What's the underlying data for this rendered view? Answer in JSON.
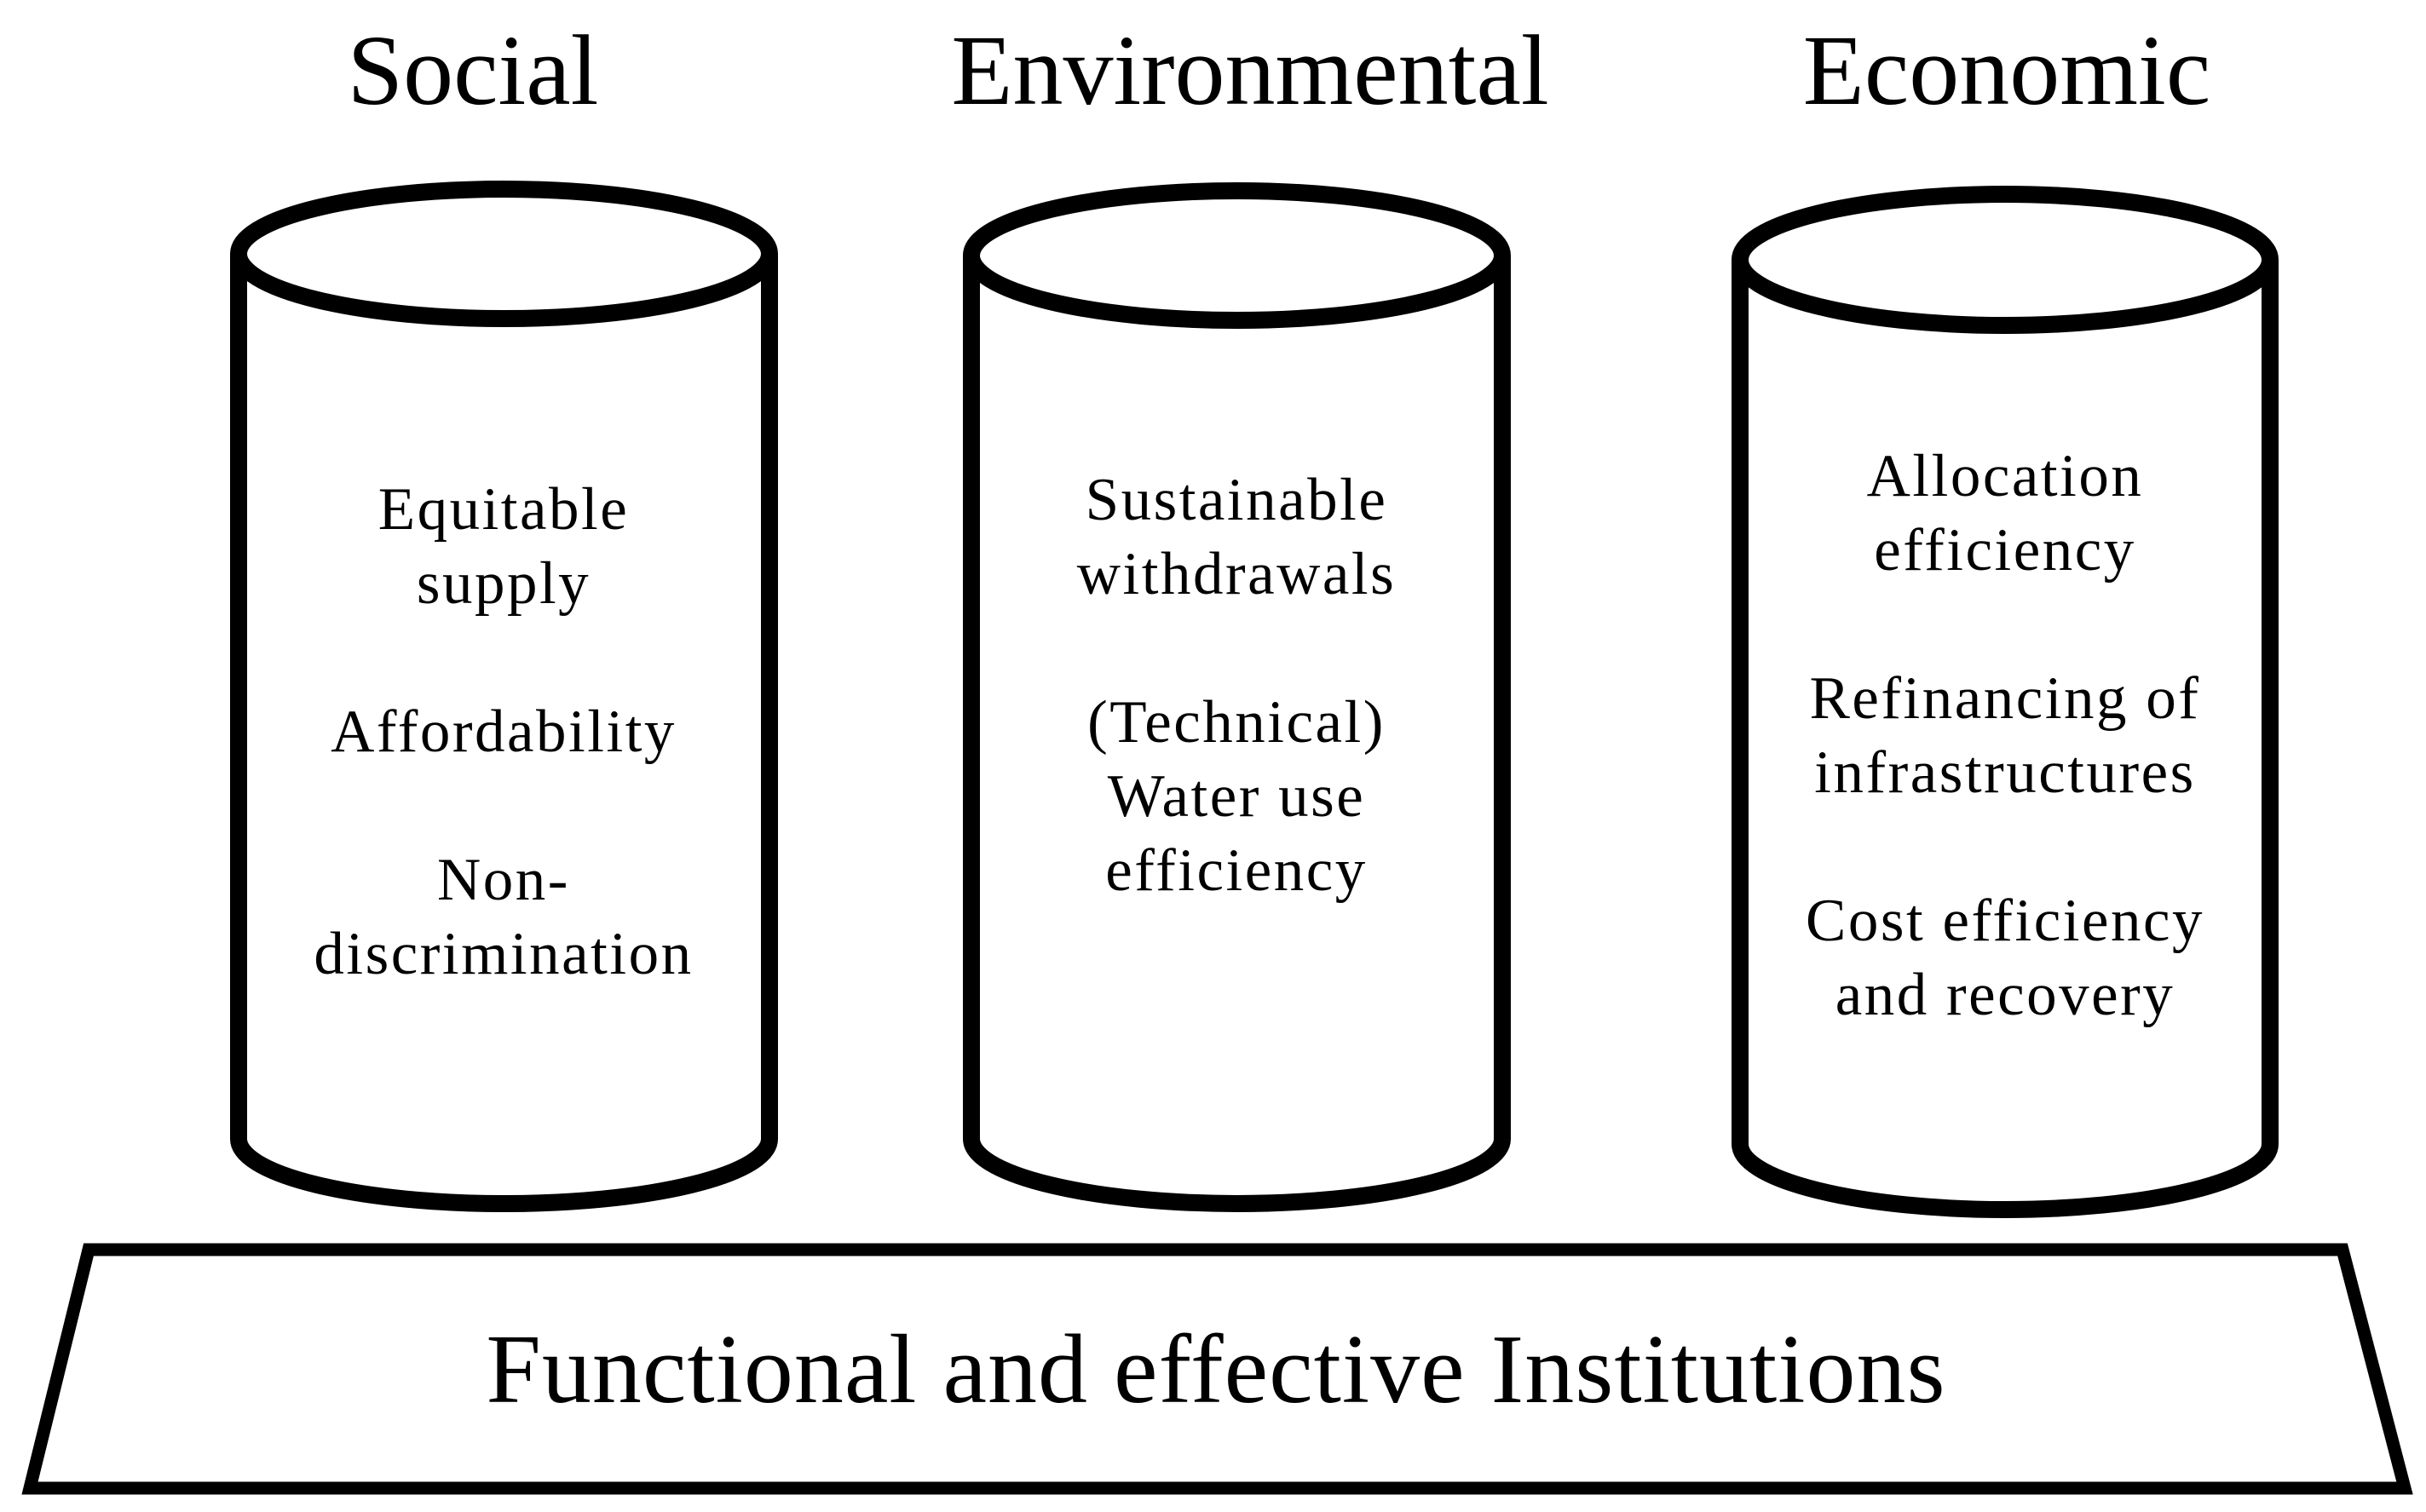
{
  "diagram": {
    "type": "pillars-on-foundation",
    "stroke_color": "#000000",
    "background_color": "#ffffff",
    "pillars": [
      {
        "heading": "Social",
        "items": [
          {
            "lines": [
              "Equitable",
              "supply"
            ]
          },
          {
            "lines": [
              "Affordability"
            ]
          },
          {
            "lines": [
              "Non-",
              "discrimination"
            ]
          }
        ]
      },
      {
        "heading": "Environmental",
        "items": [
          {
            "lines": [
              "Sustainable",
              "withdrawals"
            ]
          },
          {
            "lines": [
              "(Technical)",
              "Water use",
              "efficiency"
            ]
          }
        ]
      },
      {
        "heading": "Economic",
        "items": [
          {
            "lines": [
              "Allocation",
              "efficiency"
            ]
          },
          {
            "lines": [
              "Refinancing of",
              "infrastructures"
            ]
          },
          {
            "lines": [
              "Cost efficiency",
              "and recovery"
            ]
          }
        ]
      }
    ],
    "foundation": {
      "label": "Functional and effective Institutions"
    }
  }
}
